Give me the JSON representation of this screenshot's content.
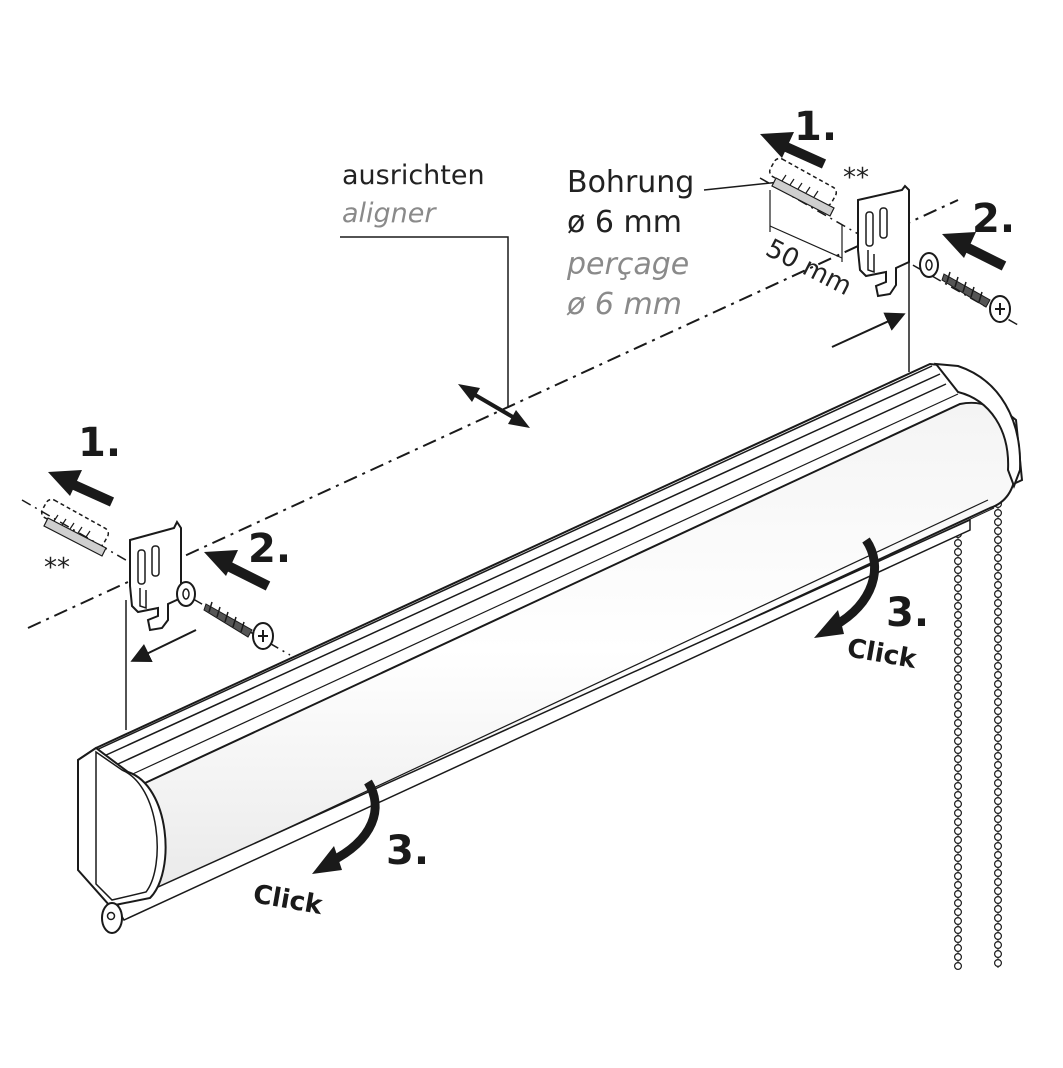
{
  "labels": {
    "align_de": "ausrichten",
    "align_fr": "aligner",
    "drill_de_1": "Bohrung",
    "drill_de_2": "ø 6 mm",
    "drill_fr_1": "perçage",
    "drill_fr_2": "ø 6 mm",
    "distance": "50 mm",
    "note_mark": "**"
  },
  "steps": {
    "s1": "1.",
    "s2": "2.",
    "s3": "3.",
    "click": "Click"
  },
  "colors": {
    "line": "#1a1a1a",
    "label_fr": "#8a8a8a",
    "arrow_fill": "#1a1a1a",
    "rail_fill": "#ffffff",
    "shadow": "#e6e6e6"
  }
}
